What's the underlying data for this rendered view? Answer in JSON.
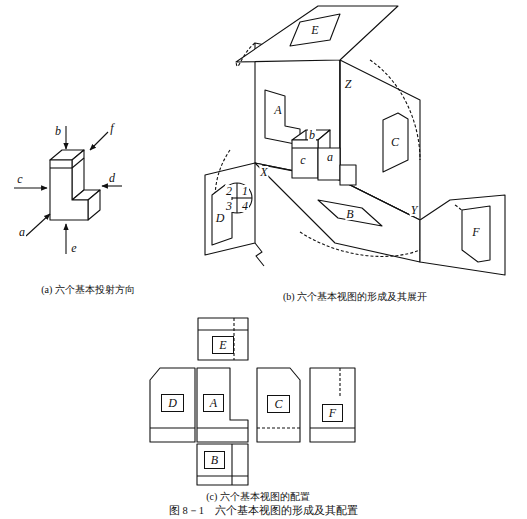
{
  "diagram": {
    "caption": "图 8－1　六个基本视图的形成及其配置",
    "nodes": [
      {
        "text": [
          "E"
        ]
      },
      {
        "text": [
          "D"
        ]
      },
      {
        "text": [
          "A"
        ]
      },
      {
        "text": [
          "C"
        ]
      },
      {
        "text": [
          "F"
        ]
      },
      {
        "text": [
          "B"
        ]
      }
    ],
    "labels": [
      "b",
      "f",
      "c",
      "d",
      "a",
      "e",
      "(a) 六个基本投射方向",
      "E",
      "Z",
      "A",
      "b",
      "C",
      "c",
      "a",
      "D",
      "2",
      "1",
      "X",
      "3",
      "4",
      "B",
      "Y",
      "F",
      "(b) 六个基本视图的形成及其展开",
      "(c) 六个基本视图的配置"
    ]
  }
}
